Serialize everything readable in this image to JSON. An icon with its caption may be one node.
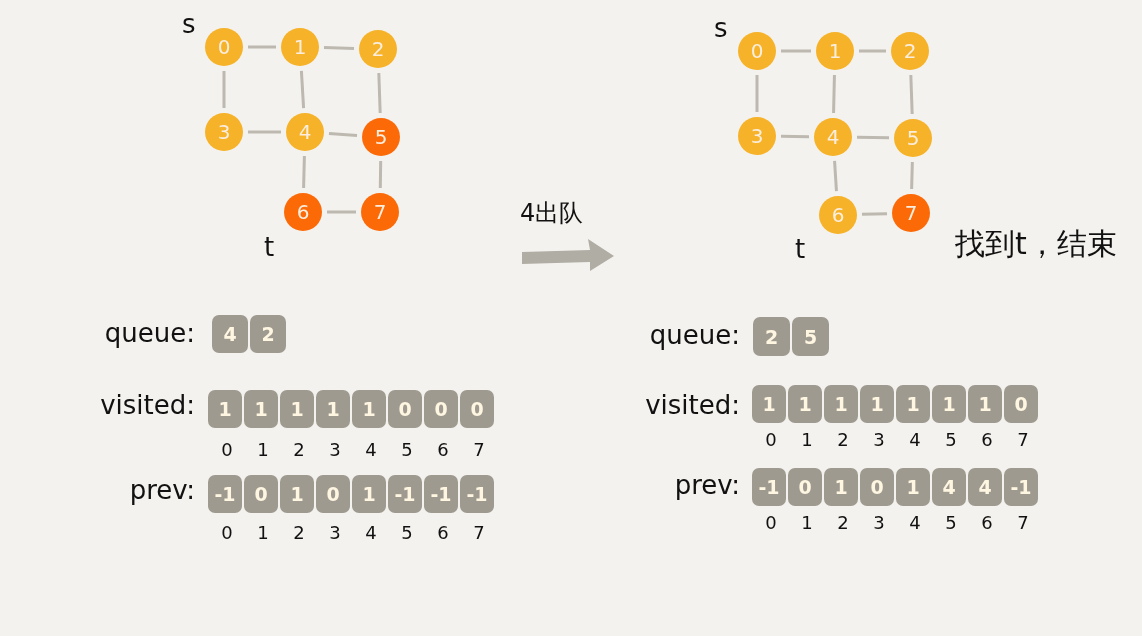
{
  "diagram": {
    "nodes": [
      {
        "text": [
          "0"
        ],
        "beside": [
          "s"
        ]
      },
      {
        "text": [
          "1"
        ]
      },
      {
        "text": [
          "2"
        ]
      },
      {
        "text": [
          "3"
        ]
      },
      {
        "text": [
          "4"
        ]
      },
      {
        "text": [
          "5"
        ]
      },
      {
        "text": [
          "6"
        ],
        "beside": [
          "t"
        ]
      },
      {
        "text": [
          "7"
        ]
      },
      {
        "text": [
          "4"
        ]
      },
      {
        "text": [
          "2"
        ]
      },
      {
        "text": [
          "1"
        ]
      },
      {
        "text": [
          "1"
        ]
      },
      {
        "text": [
          "1"
        ]
      },
      {
        "text": [
          "1"
        ]
      },
      {
        "text": [
          "1"
        ]
      },
      {
        "text": [
          "0"
        ]
      },
      {
        "text": [
          "0"
        ]
      },
      {
        "text": [
          "0"
        ]
      },
      {
        "text": [
          "-1"
        ]
      },
      {
        "text": [
          "0"
        ]
      },
      {
        "text": [
          "1"
        ]
      },
      {
        "text": [
          "0"
        ]
      },
      {
        "text": [
          "1"
        ]
      },
      {
        "text": [
          "-1"
        ]
      },
      {
        "text": [
          "-1"
        ]
      },
      {
        "text": [
          "-1"
        ]
      },
      {
        "text": [
          "0"
        ],
        "beside": [
          "s"
        ]
      },
      {
        "text": [
          "1"
        ]
      },
      {
        "text": [
          "2"
        ]
      },
      {
        "text": [
          "3"
        ]
      },
      {
        "text": [
          "4"
        ]
      },
      {
        "text": [
          "5"
        ]
      },
      {
        "text": [
          "6"
        ],
        "beside": [
          "t"
        ]
      },
      {
        "text": [
          "7"
        ]
      },
      {
        "text": [
          "2"
        ]
      },
      {
        "text": [
          "5"
        ]
      },
      {
        "text": [
          "1"
        ]
      },
      {
        "text": [
          "1"
        ]
      },
      {
        "text": [
          "1"
        ]
      },
      {
        "text": [
          "1"
        ]
      },
      {
        "text": [
          "1"
        ]
      },
      {
        "text": [
          "1"
        ]
      },
      {
        "text": [
          "1"
        ]
      },
      {
        "text": [
          "0"
        ]
      },
      {
        "text": [
          "-1"
        ]
      },
      {
        "text": [
          "0"
        ]
      },
      {
        "text": [
          "1"
        ]
      },
      {
        "text": [
          "0"
        ]
      },
      {
        "text": [
          "1"
        ]
      },
      {
        "text": [
          "4"
        ]
      },
      {
        "text": [
          "4"
        ]
      },
      {
        "text": [
          "-1"
        ]
      }
    ],
    "edges": [
      {
        "from": 0,
        "to": 1,
        "arrow": "none"
      },
      {
        "from": 1,
        "to": 2,
        "arrow": "none"
      },
      {
        "from": 0,
        "to": 3,
        "arrow": "none"
      },
      {
        "from": 1,
        "to": 4,
        "arrow": "none"
      },
      {
        "from": 2,
        "to": 5,
        "arrow": "none"
      },
      {
        "from": 3,
        "to": 4,
        "arrow": "none"
      },
      {
        "from": 4,
        "to": 5,
        "arrow": "none"
      },
      {
        "from": 4,
        "to": 6,
        "arrow": "none"
      },
      {
        "from": 5,
        "to": 7,
        "arrow": "none"
      },
      {
        "from": 6,
        "to": 7,
        "arrow": "none"
      },
      {
        "from": 26,
        "to": 27,
        "arrow": "none"
      },
      {
        "from": 27,
        "to": 28,
        "arrow": "none"
      },
      {
        "from": 26,
        "to": 29,
        "arrow": "none"
      },
      {
        "from": 27,
        "to": 30,
        "arrow": "none"
      },
      {
        "from": 28,
        "to": 31,
        "arrow": "none"
      },
      {
        "from": 29,
        "to": 30,
        "arrow": "none"
      },
      {
        "from": 30,
        "to": 31,
        "arrow": "none"
      },
      {
        "from": 30,
        "to": 32,
        "arrow": "none"
      },
      {
        "from": 31,
        "to": 33,
        "arrow": "none"
      },
      {
        "from": 32,
        "to": 33,
        "arrow": "none"
      }
    ],
    "labels": [
      "4出队",
      "找到t，结束",
      "queue:",
      "visited:",
      "0",
      "1",
      "2",
      "3",
      "4",
      "5",
      "6",
      "7",
      "prev:",
      "0",
      "1",
      "2",
      "3",
      "4",
      "5",
      "6",
      "7",
      "queue:",
      "visited:",
      "0",
      "1",
      "2",
      "3",
      "4",
      "5",
      "6",
      "7",
      "prev:",
      "0",
      "1",
      "2",
      "3",
      "4",
      "5",
      "6",
      "7"
    ]
  }
}
